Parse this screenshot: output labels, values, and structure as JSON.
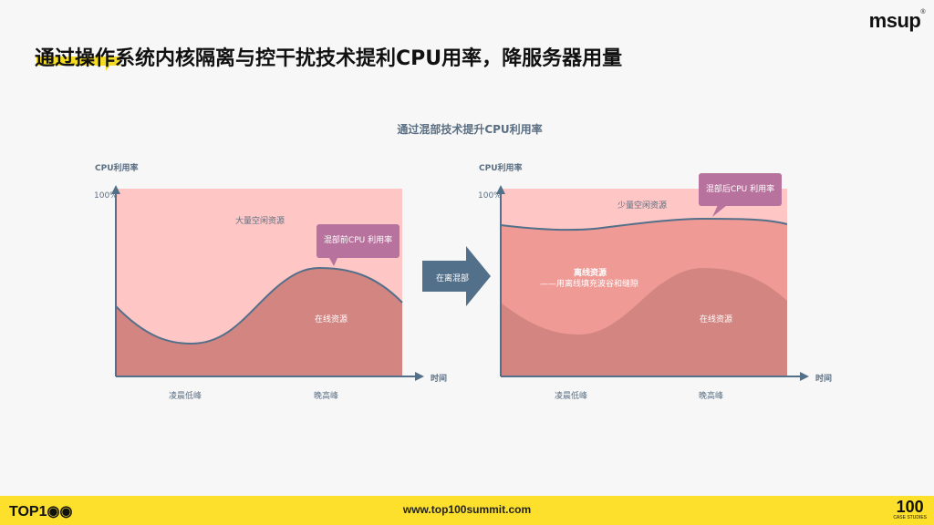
{
  "header": {
    "logo": "msup",
    "logo_mark": "®",
    "title": "通过操作系统内核隔离与控干扰技术提利CPU用率，降服务器用量",
    "accent_color": "#f5dc24"
  },
  "diagram": {
    "subtitle": "通过混部技术提升CPU利用率",
    "arrow_label": "在离混部",
    "left_chart": {
      "y_axis_label": "CPU利用率",
      "y_max_label": "100%",
      "x_axis_label": "时间",
      "x_ticks": [
        "凌晨低峰",
        "晚高峰"
      ],
      "idle_label": "大量空闲资源",
      "online_label": "在线资源",
      "callout": "混部前CPU 利用率"
    },
    "right_chart": {
      "y_axis_label": "CPU利用率",
      "y_max_label": "100%",
      "x_axis_label": "时间",
      "x_ticks": [
        "凌晨低峰",
        "晚高峰"
      ],
      "idle_label": "少量空闲资源",
      "offline_label": "离线资源",
      "offline_sublabel": "——用离线填充波谷和缝隙",
      "online_label": "在线资源",
      "callout": "混部后CPU 利用率"
    },
    "colors": {
      "idle": "#fec6c4",
      "offline": "#f09a95",
      "online": "#d38581",
      "axis": "#53708a",
      "callout": "#b7729d"
    }
  },
  "footer": {
    "left_logo": "TOP1◉◉",
    "url": "www.top100summit.com",
    "right_logo_number": "100",
    "right_logo_caption": "CASE STUDIES",
    "background": "#fde02b"
  }
}
